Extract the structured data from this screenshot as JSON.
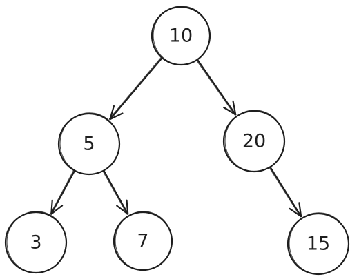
{
  "diagram": {
    "type": "binary-tree",
    "nodes": [
      {
        "id": "n10",
        "label": "10"
      },
      {
        "id": "n5",
        "label": "5"
      },
      {
        "id": "n20",
        "label": "20"
      },
      {
        "id": "n3",
        "label": "3"
      },
      {
        "id": "n7",
        "label": "7"
      },
      {
        "id": "n15",
        "label": "15"
      }
    ],
    "edges": [
      {
        "from": "n10",
        "to": "n5"
      },
      {
        "from": "n10",
        "to": "n20"
      },
      {
        "from": "n5",
        "to": "n3"
      },
      {
        "from": "n5",
        "to": "n7"
      },
      {
        "from": "n20",
        "to": "n15"
      }
    ],
    "colors": {
      "stroke": "#1e1e1e",
      "background": "#ffffff"
    }
  }
}
